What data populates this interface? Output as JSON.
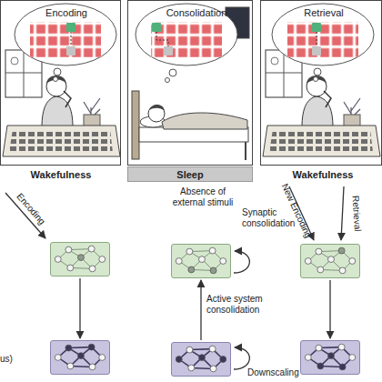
{
  "diagram": {
    "nodes": [
      {
        "text": [
          "Encoding"
        ]
      },
      {
        "text": [
          "Consolidation"
        ]
      },
      {
        "text": [
          "Retrieval"
        ]
      },
      {
        "text": [
          "Sleep"
        ]
      },
      {
        "text": []
      },
      {
        "text": []
      },
      {
        "text": []
      },
      {
        "text": []
      },
      {
        "text": []
      },
      {
        "text": []
      }
    ],
    "edges": [
      {
        "from": 4,
        "to": 7,
        "arrow": "to"
      },
      {
        "from": 8,
        "to": 5,
        "arrow": "to",
        "label": "Active system consolidation"
      },
      {
        "from": 6,
        "to": 9,
        "arrow": "to"
      }
    ],
    "labels": [
      "Wakefulness",
      "Wakefulness",
      "Encoding",
      "Absence of external stimuli",
      "Synaptic consolidation",
      "Downscaling",
      "New Encoding",
      "Retrieval",
      "us)"
    ]
  }
}
